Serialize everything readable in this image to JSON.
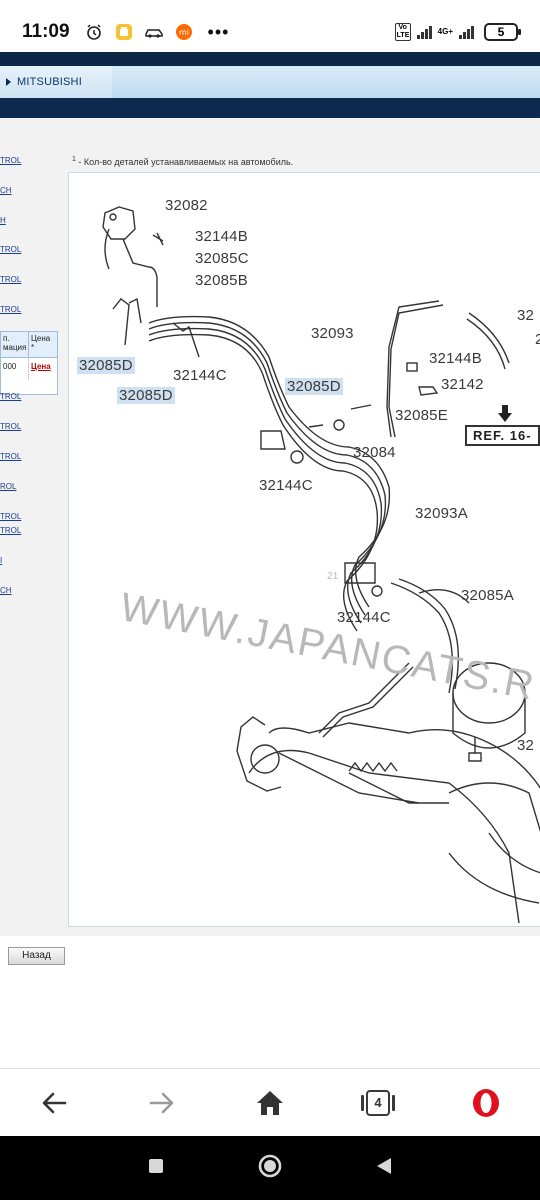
{
  "status": {
    "time": "11:09",
    "battery": "5",
    "network": "4G+",
    "volte": "Vo LTE"
  },
  "header": {
    "brand": "MITSUBISHI"
  },
  "note": {
    "sup": "1",
    "text": " - Кол-во деталей устанавливаемых на автомобиль."
  },
  "sidebar": {
    "links": [
      "TROL",
      "CH",
      "H",
      "TROL",
      "TROL",
      "TROL",
      "TROL",
      "TROL",
      "TROL",
      "ROL",
      "TROL",
      "TROL",
      "I",
      "CH"
    ],
    "table": {
      "col1": "п. мация",
      "col2": "Цена *",
      "row_col1": "000",
      "row_price_link": "Цена"
    }
  },
  "diagram": {
    "labels": [
      "32082",
      "32144B",
      "32085C",
      "32085B",
      "32085D",
      "32085D",
      "32144C",
      "32093",
      "32144B",
      "32142",
      "32085D",
      "32085E",
      "32084",
      "32144C",
      "32093A",
      "32144C",
      "32085A",
      "32",
      "2"
    ],
    "ref": "REF. 16-",
    "watermark": "WWW.JAPANCATS.R",
    "faint": "21"
  },
  "back_button": "Назад",
  "toolbar": {
    "tabs_count": "4"
  }
}
